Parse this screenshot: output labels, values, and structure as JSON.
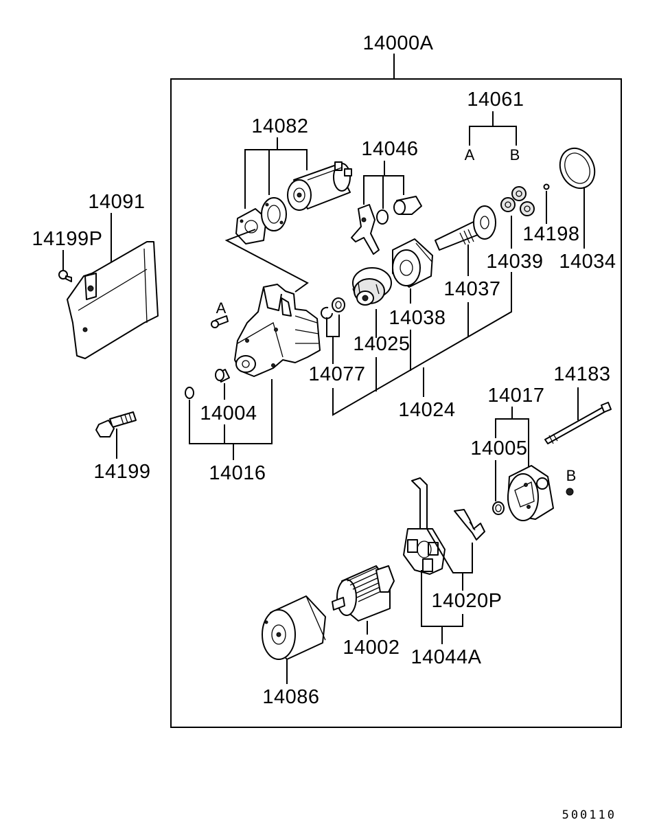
{
  "assembly_label": "14000A",
  "parts": {
    "p14061": "14061",
    "p14061_a": "A",
    "p14061_b": "B",
    "p14082": "14082",
    "p14046": "14046",
    "p14091": "14091",
    "p14199P": "14199P",
    "p14198": "14198",
    "p14039": "14039",
    "p14034": "14034",
    "p14037": "14037",
    "p14038": "14038",
    "p14025": "14025",
    "p14077": "14077",
    "p14024": "14024",
    "p14004": "14004",
    "p14016": "14016",
    "p14199": "14199",
    "p14183": "14183",
    "p14017": "14017",
    "p14005": "14005",
    "p14020P": "14020P",
    "p14002": "14002",
    "p14044A": "14044A",
    "p14086": "14086",
    "ref_a": "A",
    "ref_b": "B"
  },
  "figure_code": "500110"
}
